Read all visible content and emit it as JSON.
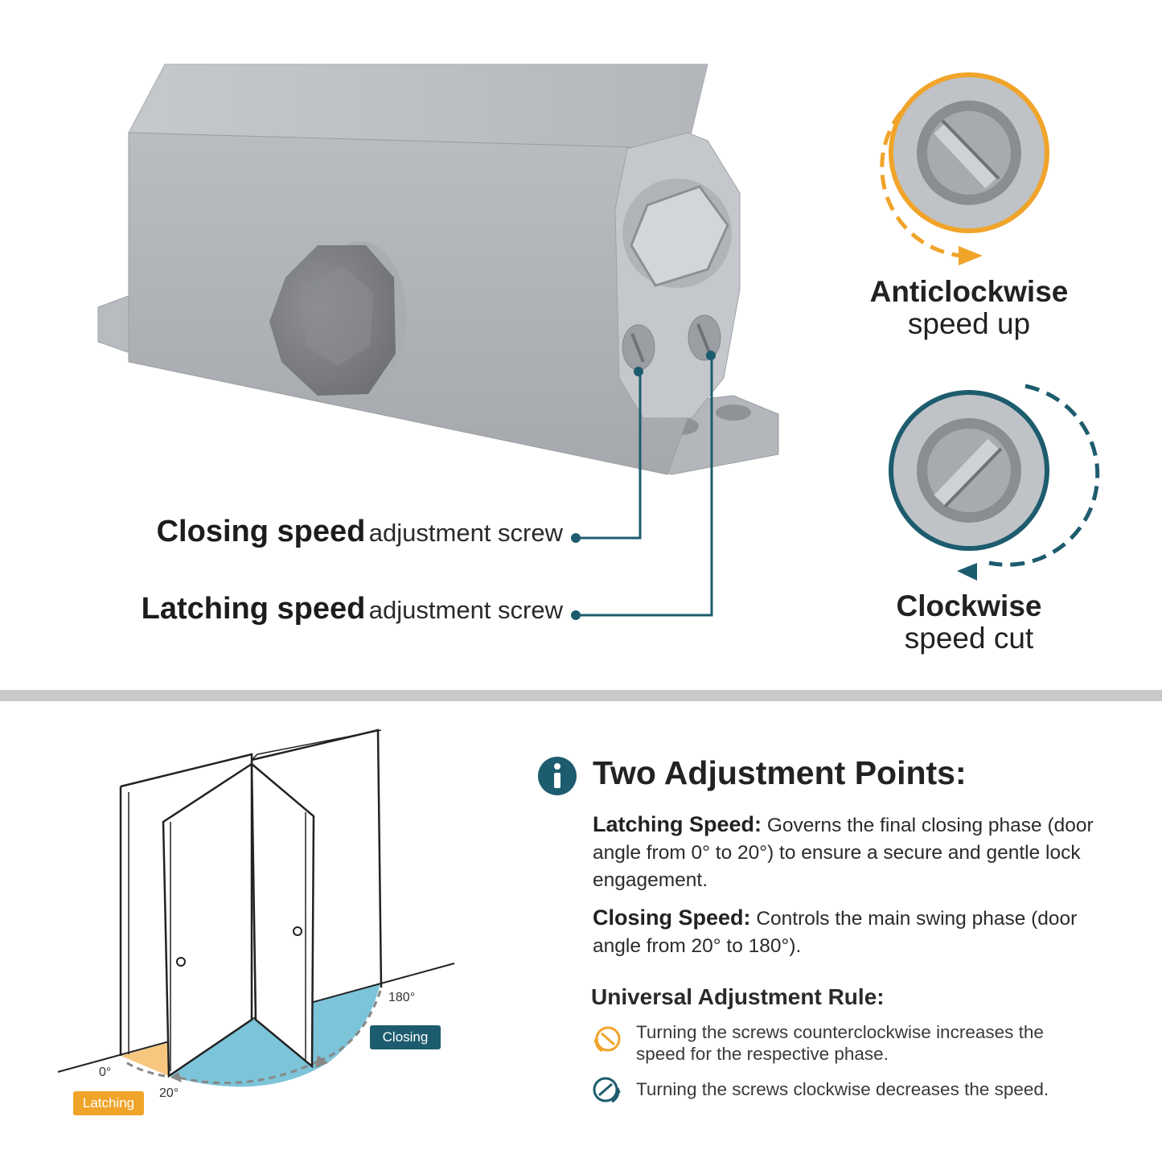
{
  "callouts": {
    "closing_bold": "Closing speed",
    "closing_light": "adjustment screw",
    "latching_bold": "Latching speed",
    "latching_light": "adjustment screw"
  },
  "directions": {
    "anticlockwise_line1": "Anticlockwise",
    "anticlockwise_line2": "speed up",
    "clockwise_line1": "Clockwise",
    "clockwise_line2": "speed cut"
  },
  "info": {
    "title": "Two Adjustment Points:",
    "latching_key": "Latching Speed:",
    "latching_text": "Governs the final closing phase (door angle from 0° to 20°) to ensure a secure and gentle lock engagement.",
    "closing_key": "Closing Speed:",
    "closing_text": "Controls the main swing phase (door angle from 20° to 180°).",
    "rule_title": "Universal Adjustment Rule:",
    "rule_ccw": "Turning the screws counterclockwise increases the speed for the respective phase.",
    "rule_cw": "Turning the screws clockwise decreases the speed."
  },
  "diagram": {
    "deg_0": "0°",
    "deg_20": "20°",
    "deg_180": "180°",
    "tag_latching": "Latching",
    "tag_closing": "Closing"
  },
  "colors": {
    "accent_orange": "#f0a42a",
    "accent_teal": "#1d5c6e",
    "latching_fill": "#f7c77f",
    "closing_fill": "#7cc4da",
    "divider": "#c9c9c9"
  }
}
